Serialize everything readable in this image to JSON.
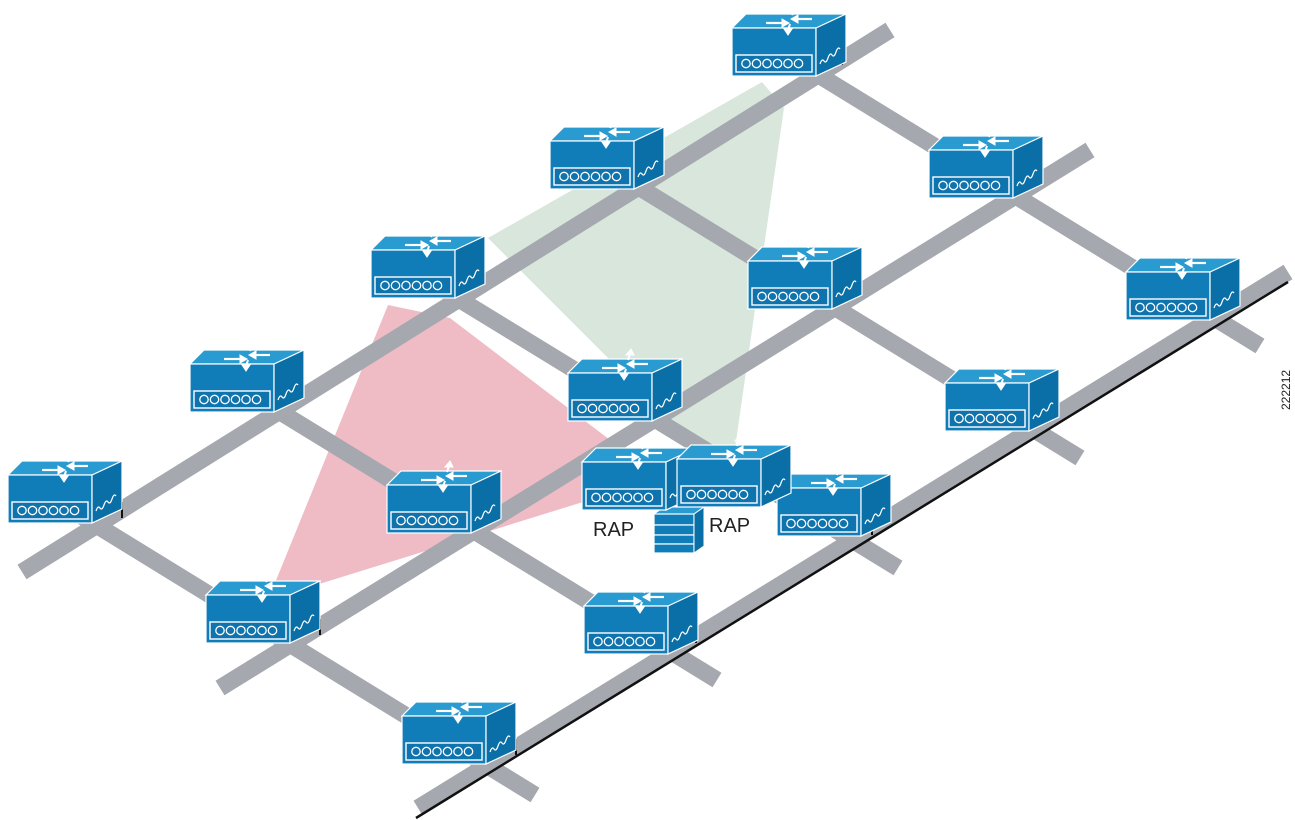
{
  "colors": {
    "street": "#a5a8af",
    "coverage_red": "#efbcc5",
    "coverage_green": "#d8e6dc",
    "ap_front": "#117db8",
    "ap_top": "#2a9bd0",
    "ap_side": "#0a5f90",
    "cable": "#111111",
    "text": "#222222"
  },
  "labels": {
    "rap_left": "RAP",
    "rap_right": "RAP",
    "figure_id": "222212"
  },
  "icons": {
    "access_point": "mesh-access-point-icon",
    "wired_network": "wired-network-stack-icon"
  }
}
